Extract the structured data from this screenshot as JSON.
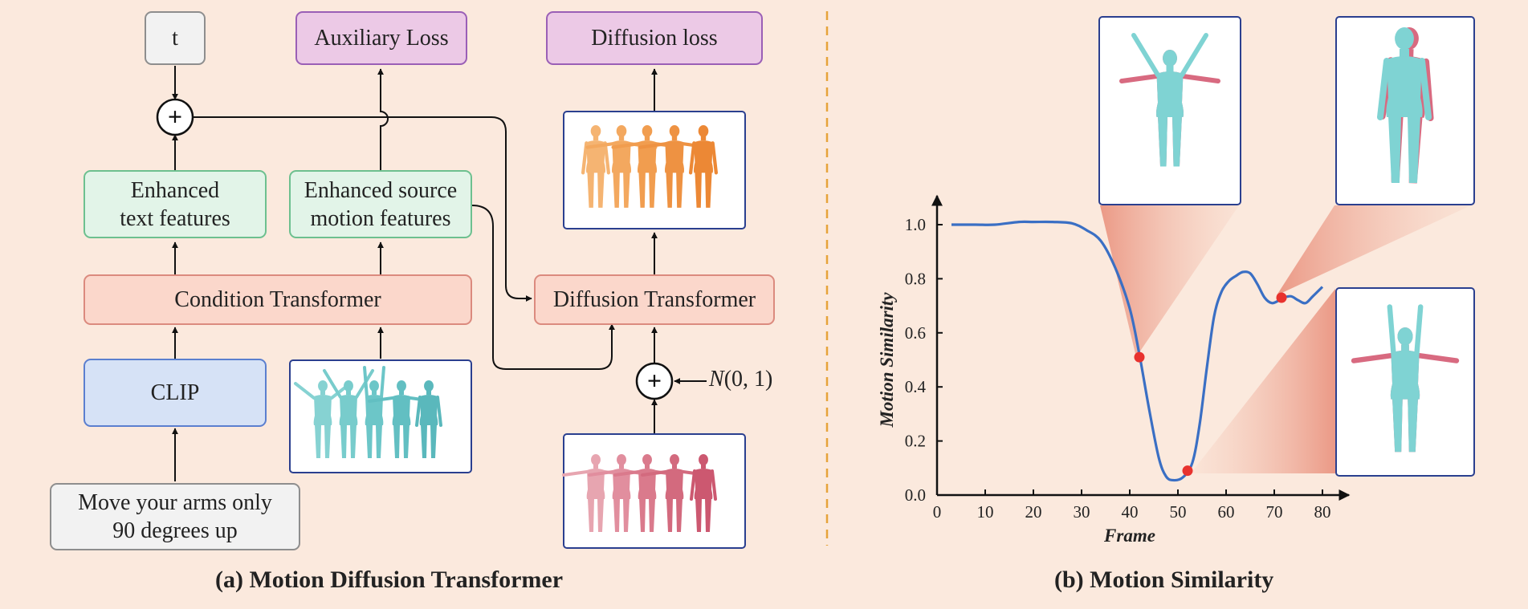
{
  "left_panel": {
    "caption": "(a) Motion Diffusion Transformer",
    "t_label": "t",
    "aux_loss": "Auxiliary Loss",
    "diff_loss": "Diffusion loss",
    "enh_text": "Enhanced\ntext features",
    "enh_source": "Enhanced source\nmotion features",
    "cond_tr": "Condition Transformer",
    "diff_tr": "Diffusion Transformer",
    "clip": "CLIP",
    "prompt": "Move your arms only\n90 degrees up",
    "noise_n": "N",
    "noise_rest": "(0, 1)",
    "plus": "+"
  },
  "right_panel": {
    "caption": "(b) Motion Similarity"
  },
  "chart_data": {
    "type": "line",
    "xlabel": "Frame",
    "ylabel": "Motion Similarity",
    "xlim": [
      0,
      80
    ],
    "ylim": [
      0.0,
      1.0
    ],
    "xticks": [
      0,
      10,
      20,
      30,
      40,
      50,
      60,
      70,
      80
    ],
    "yticks": [
      0.0,
      0.2,
      0.4,
      0.6,
      0.8,
      1.0
    ],
    "grid": false,
    "series": [
      {
        "color": "#3a6fc4",
        "x": [
          3,
          8,
          12,
          17,
          20,
          24,
          28,
          31,
          34,
          37,
          40,
          42,
          44,
          46,
          47.5,
          49,
          51,
          53,
          54.5,
          56,
          57.5,
          59,
          60.5,
          62,
          63.5,
          65,
          66.5,
          68,
          69.5,
          71,
          72,
          73.5,
          75,
          76.5,
          78,
          80
        ],
        "y": [
          1.0,
          1.0,
          1.0,
          1.01,
          1.01,
          1.01,
          1.005,
          0.98,
          0.94,
          0.84,
          0.69,
          0.52,
          0.32,
          0.14,
          0.07,
          0.055,
          0.065,
          0.12,
          0.26,
          0.47,
          0.66,
          0.75,
          0.79,
          0.81,
          0.825,
          0.82,
          0.78,
          0.73,
          0.71,
          0.72,
          0.73,
          0.735,
          0.72,
          0.71,
          0.735,
          0.77
        ]
      }
    ],
    "markers": [
      {
        "x": 42,
        "y": 0.51,
        "color": "#e8322e"
      },
      {
        "x": 52,
        "y": 0.09,
        "color": "#e8322e"
      },
      {
        "x": 71.5,
        "y": 0.73,
        "color": "#e8322e"
      }
    ]
  }
}
